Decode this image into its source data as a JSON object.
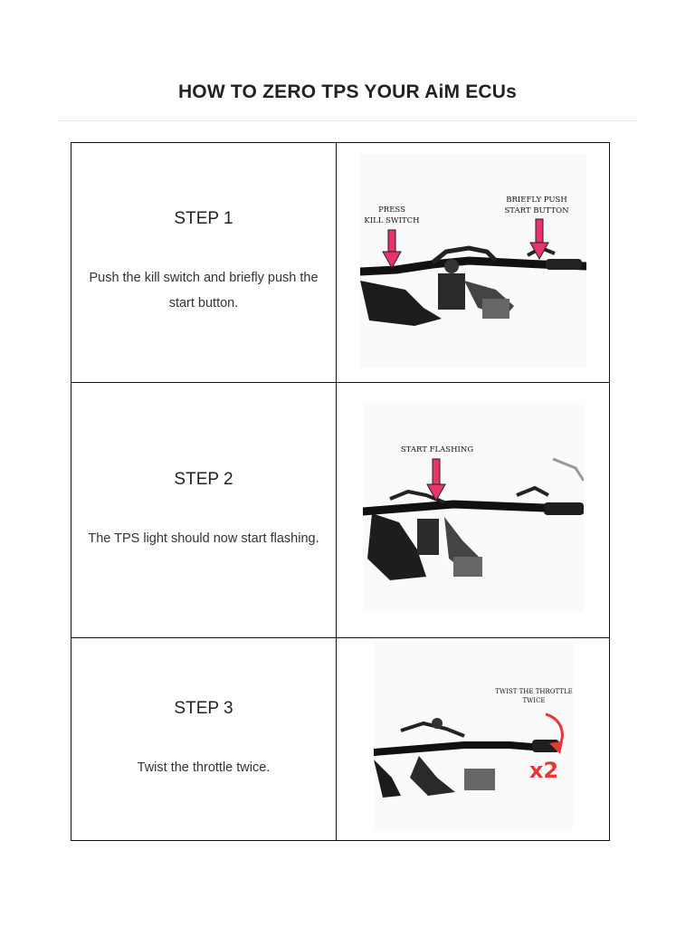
{
  "title": "HOW TO ZERO TPS YOUR AiM ECUs",
  "steps": [
    {
      "heading": "STEP 1",
      "description": "Push the kill switch and briefly push the start button.",
      "image_labels": [
        "PRESS",
        "KILL SWITCH",
        "BRIEFLY PUSH",
        "START BUTTON"
      ]
    },
    {
      "heading": "STEP 2",
      "description": "The TPS light should now start flashing.",
      "image_labels": [
        "START FLASHING"
      ]
    },
    {
      "heading": "STEP 3",
      "description": "Twist the throttle twice.",
      "image_labels": [
        "TWIST THE THROTTLE",
        "TWICE",
        "x2"
      ]
    }
  ],
  "colors": {
    "arrow": "#e8336b",
    "twist_arrow": "#e53935",
    "border": "#111111"
  }
}
